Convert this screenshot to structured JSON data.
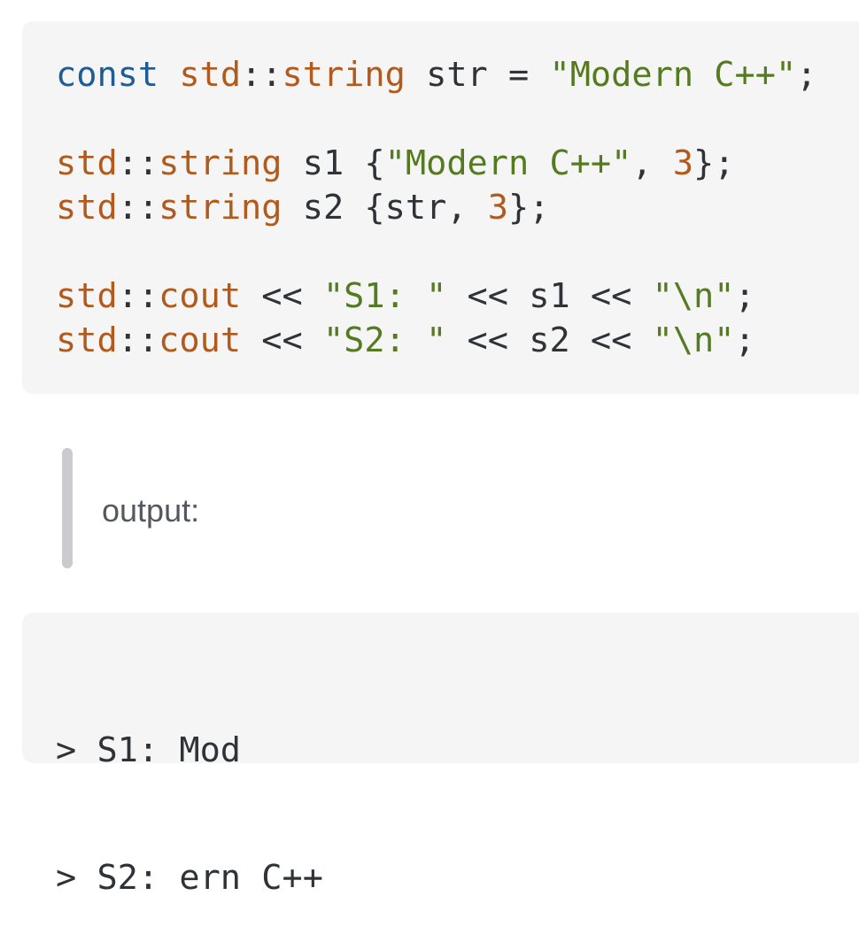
{
  "code_block": {
    "lines": [
      [
        {
          "t": "const",
          "c": "kw"
        },
        {
          "t": " ",
          "c": "op"
        },
        {
          "t": "std",
          "c": "ty"
        },
        {
          "t": "::",
          "c": "op"
        },
        {
          "t": "string",
          "c": "ty"
        },
        {
          "t": " str = ",
          "c": "op"
        },
        {
          "t": "\"Modern C++\"",
          "c": "str"
        },
        {
          "t": ";",
          "c": "op"
        }
      ],
      [],
      [
        {
          "t": "std",
          "c": "ty"
        },
        {
          "t": "::",
          "c": "op"
        },
        {
          "t": "string",
          "c": "ty"
        },
        {
          "t": " s1 {",
          "c": "op"
        },
        {
          "t": "\"Modern C++\"",
          "c": "str"
        },
        {
          "t": ", ",
          "c": "op"
        },
        {
          "t": "3",
          "c": "num"
        },
        {
          "t": "};",
          "c": "op"
        }
      ],
      [
        {
          "t": "std",
          "c": "ty"
        },
        {
          "t": "::",
          "c": "op"
        },
        {
          "t": "string",
          "c": "ty"
        },
        {
          "t": " s2 {str, ",
          "c": "op"
        },
        {
          "t": "3",
          "c": "num"
        },
        {
          "t": "};",
          "c": "op"
        }
      ],
      [],
      [
        {
          "t": "std",
          "c": "ty"
        },
        {
          "t": "::",
          "c": "op"
        },
        {
          "t": "cout",
          "c": "ty"
        },
        {
          "t": " << ",
          "c": "op"
        },
        {
          "t": "\"S1: \"",
          "c": "str"
        },
        {
          "t": " << s1 << ",
          "c": "op"
        },
        {
          "t": "\"\\n\"",
          "c": "str"
        },
        {
          "t": ";",
          "c": "op"
        }
      ],
      [
        {
          "t": "std",
          "c": "ty"
        },
        {
          "t": "::",
          "c": "op"
        },
        {
          "t": "cout",
          "c": "ty"
        },
        {
          "t": " << ",
          "c": "op"
        },
        {
          "t": "\"S2: \"",
          "c": "str"
        },
        {
          "t": " << s2 << ",
          "c": "op"
        },
        {
          "t": "\"\\n\"",
          "c": "str"
        },
        {
          "t": ";",
          "c": "op"
        }
      ]
    ]
  },
  "blockquote": {
    "text": "output:"
  },
  "output_block": {
    "lines": [
      "> S1: Mod",
      "> S2: ern C++"
    ]
  },
  "colors": {
    "keyword": "#1f5b94",
    "type": "#b05a1e",
    "string": "#557a22",
    "background": "#f5f5f5"
  }
}
